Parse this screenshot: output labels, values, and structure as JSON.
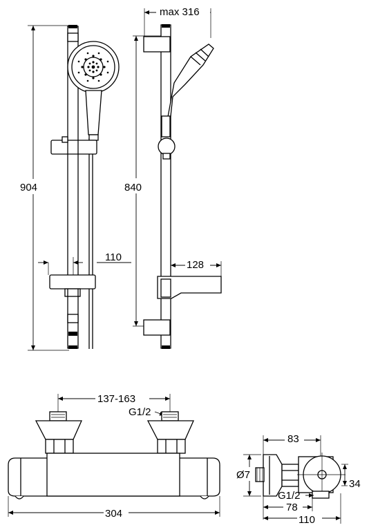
{
  "dimensions": {
    "height_total": "904",
    "rail_height": "840",
    "max_reach": "max 316",
    "rail_offset": "110",
    "soap_dish_depth": "128",
    "inlet_centers": "137-163",
    "inlet_thread": "G1/2",
    "valve_length": "304",
    "side_depth": "83",
    "nut_diameter": "Ø7",
    "side_height": "34",
    "side_thread": "G1/2",
    "side_inner": "78",
    "side_total": "110"
  }
}
